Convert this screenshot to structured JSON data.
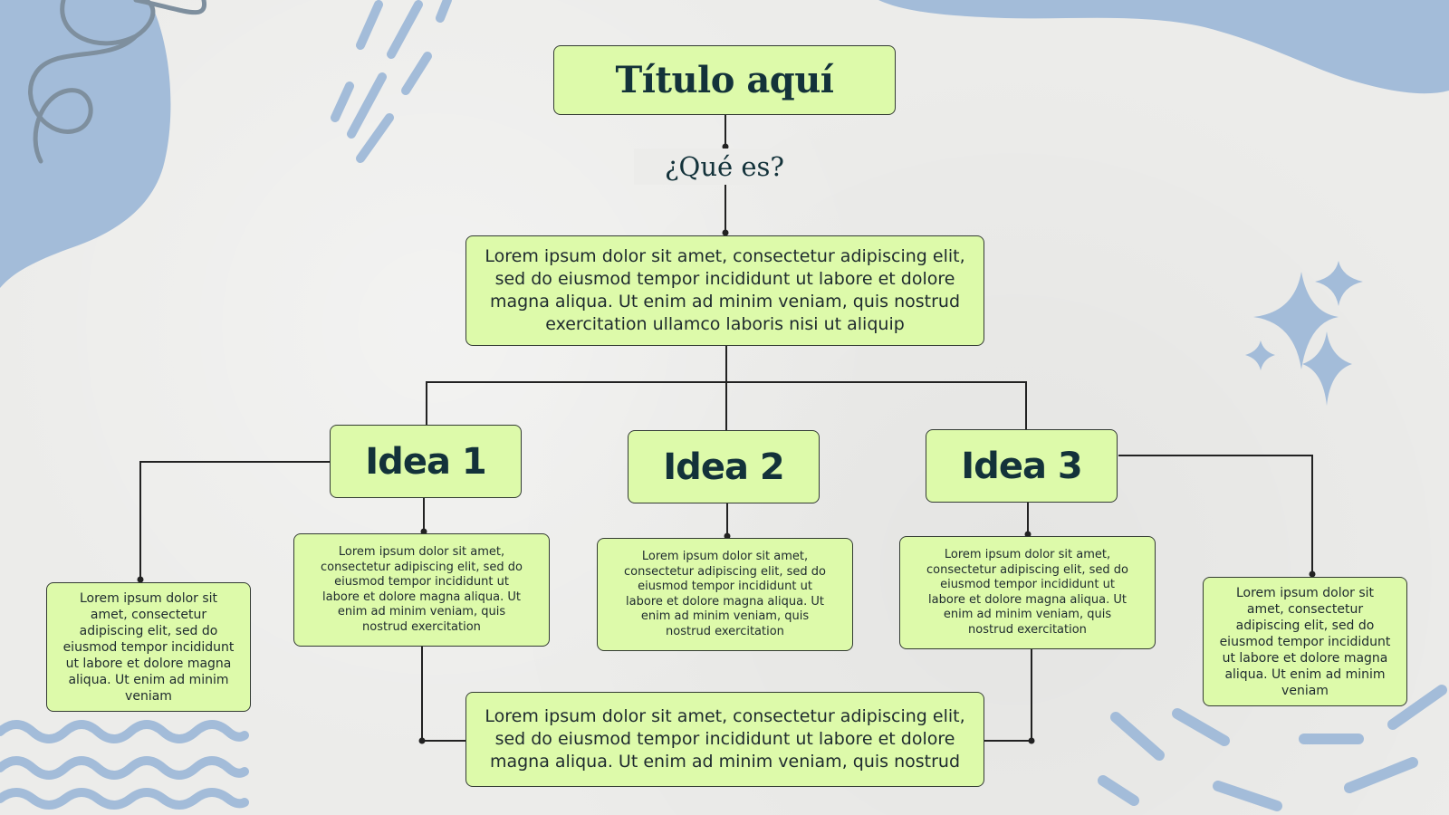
{
  "colors": {
    "box_fill": "#ddfaaa",
    "box_border": "#333b33",
    "text": "#13323a",
    "decor_blue": "#a3bcd9",
    "background": "#ececea"
  },
  "title": "Título aquí",
  "question": "¿Qué es?",
  "definition_text": "Lorem ipsum dolor sit amet, consectetur adipiscing elit, sed do eiusmod tempor incididunt ut labore et dolore magna aliqua. Ut enim ad minim veniam, quis nostrud exercitation ullamco laboris nisi ut aliquip",
  "ideas": [
    {
      "label": "Idea 1",
      "text": "Lorem ipsum dolor sit amet, consectetur adipiscing elit, sed do eiusmod tempor incididunt ut labore et dolore magna aliqua. Ut enim ad minim veniam, quis nostrud exercitation"
    },
    {
      "label": "Idea 2",
      "text": "Lorem ipsum dolor sit amet, consectetur adipiscing elit, sed do eiusmod tempor incididunt ut labore et dolore magna aliqua. Ut enim ad minim veniam, quis nostrud exercitation"
    },
    {
      "label": "Idea 3",
      "text": "Lorem ipsum dolor sit amet, consectetur adipiscing elit, sed do eiusmod tempor incididunt ut labore et dolore magna aliqua. Ut enim ad minim veniam, quis nostrud exercitation"
    }
  ],
  "side_left_text": "Lorem ipsum dolor sit amet, consectetur adipiscing elit, sed do eiusmod tempor incididunt ut labore et dolore magna aliqua. Ut enim ad minim veniam",
  "side_right_text": "Lorem ipsum dolor sit amet, consectetur adipiscing elit, sed do eiusmod tempor incididunt ut labore et dolore magna aliqua. Ut enim ad minim veniam",
  "conclusion_text": "Lorem ipsum dolor sit amet, consectetur adipiscing elit, sed do eiusmod tempor incididunt ut labore et dolore magna aliqua. Ut enim ad minim veniam, quis nostrud",
  "decorations": [
    "blob-shape",
    "scribble-swirl",
    "dash-strokes",
    "sparkle-icon",
    "wave-lines"
  ]
}
